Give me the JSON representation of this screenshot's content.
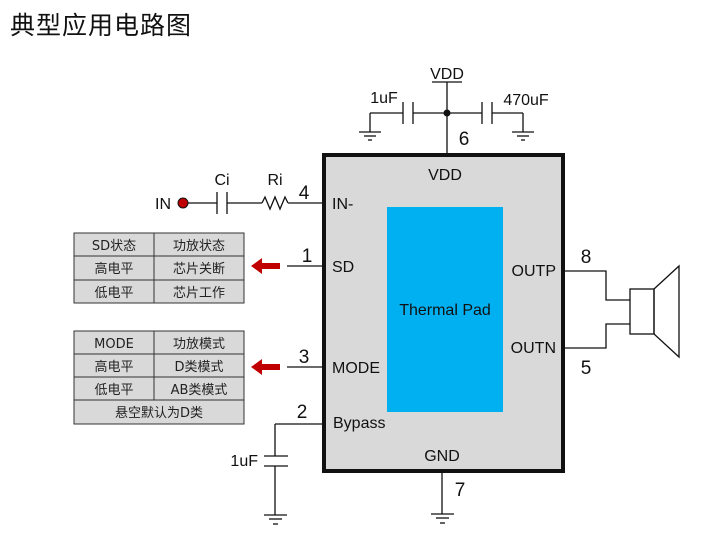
{
  "title": "典型应用电路图",
  "chip": {
    "pad_label": "Thermal Pad",
    "colors": {
      "body": "#d9d9d9",
      "pad": "#00b0f0",
      "border": "#111111",
      "arrow": "#c00000"
    },
    "pins": [
      {
        "number": "4",
        "name": "IN-"
      },
      {
        "number": "1",
        "name": "SD"
      },
      {
        "number": "3",
        "name": "MODE"
      },
      {
        "number": "2",
        "name": "Bypass"
      },
      {
        "number": "6",
        "name": "VDD"
      },
      {
        "number": "7",
        "name": "GND"
      },
      {
        "number": "8",
        "name": "OUTP"
      },
      {
        "number": "5",
        "name": "OUTN"
      }
    ]
  },
  "supply": {
    "rail_label": "VDD",
    "cap_left": "1uF",
    "cap_right": "470uF"
  },
  "input": {
    "label": "IN",
    "cap": "Ci",
    "resistor": "Ri"
  },
  "bypass_cap": "1uF",
  "sd_table": {
    "rows": [
      [
        "SD状态",
        "功放状态"
      ],
      [
        "高电平",
        "芯片关断"
      ],
      [
        "低电平",
        "芯片工作"
      ]
    ]
  },
  "mode_table": {
    "rows": [
      [
        "MODE",
        "功放模式"
      ],
      [
        "高电平",
        "D类模式"
      ],
      [
        "低电平",
        "AB类模式"
      ]
    ],
    "footer": "悬空默认为D类"
  }
}
